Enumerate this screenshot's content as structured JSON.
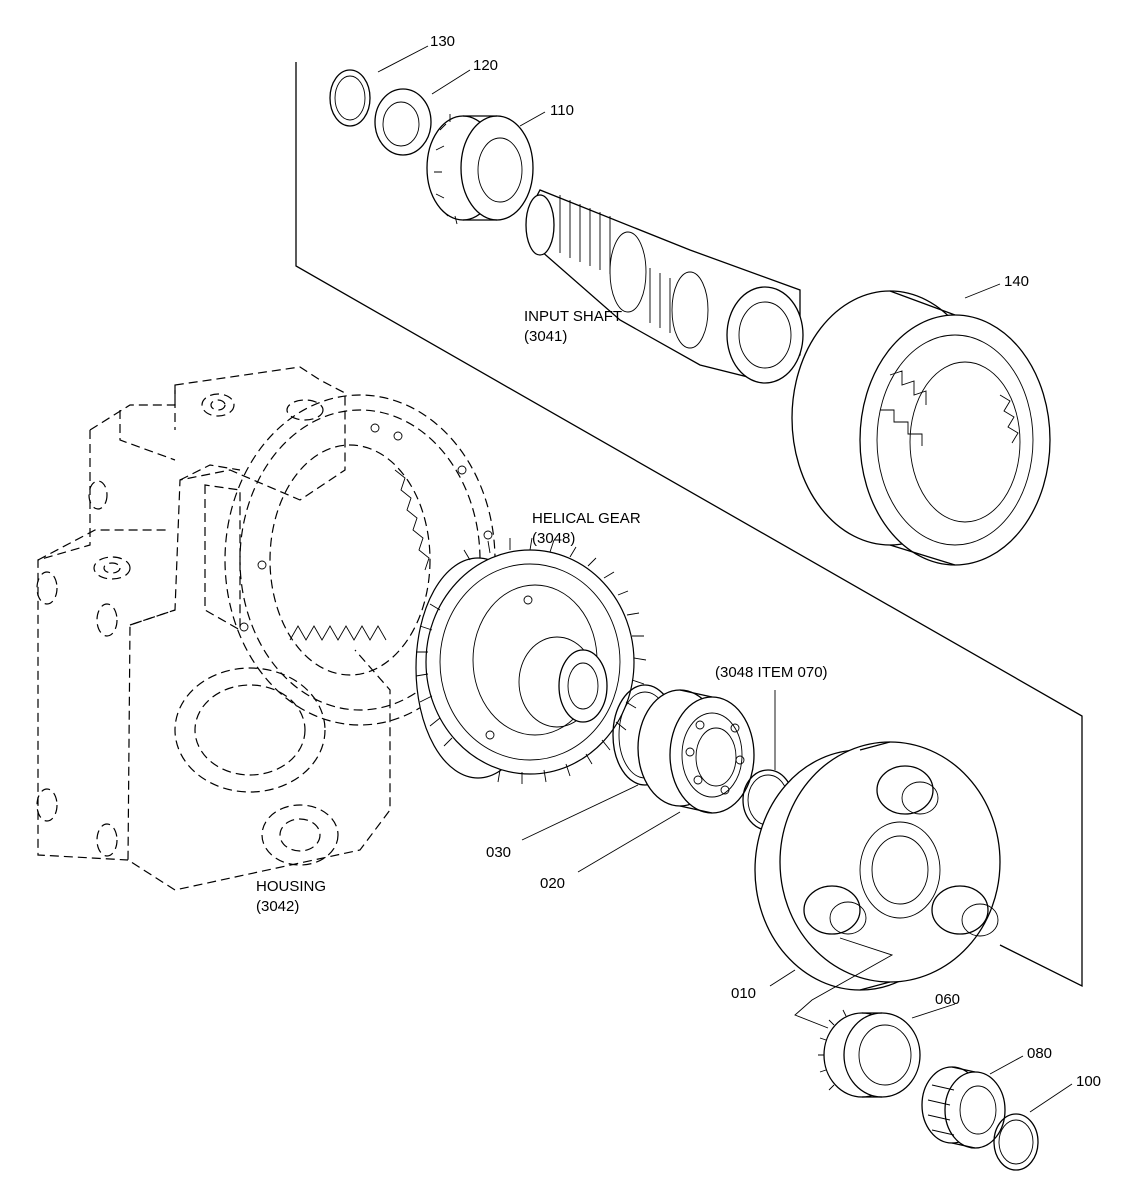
{
  "callouts": {
    "c130": "130",
    "c120": "120",
    "c110": "110",
    "c140": "140",
    "c030": "030",
    "c020": "020",
    "c010": "010",
    "c060": "060",
    "c080": "080",
    "c100": "100"
  },
  "parts": {
    "input_shaft": {
      "name": "INPUT SHAFT",
      "ref": "(3041)"
    },
    "helical_gear": {
      "name": "HELICAL GEAR",
      "ref": "(3048)"
    },
    "housing": {
      "name": "HOUSING",
      "ref": "(3042)"
    },
    "ref_note": "(3048 ITEM 070)"
  }
}
